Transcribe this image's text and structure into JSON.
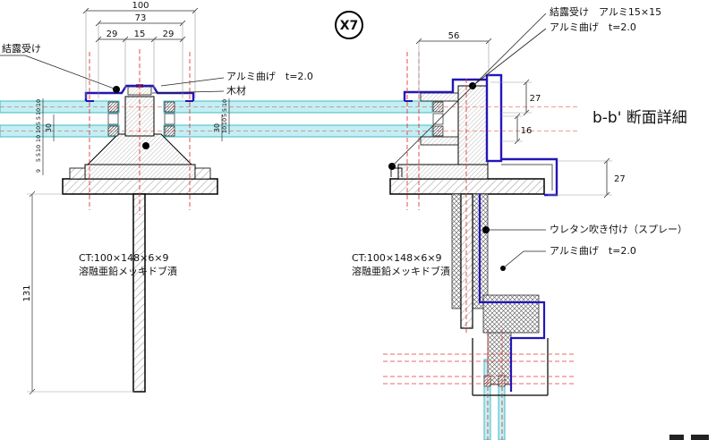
{
  "title": "b-b' 断面詳細",
  "marker": "X7",
  "colors": {
    "glass": "#c2eff3",
    "glass_edge": "#35b3c0",
    "aluminum_blue": "#2316b8",
    "centerline_red": "#e23a3a"
  },
  "labels": {
    "dew_left": "結露受け",
    "alumi_left": "アルミ曲げ　t=2.0",
    "wood": "木材",
    "dew_right": "結露受け　アルミ15×15",
    "alumi_right_top": "アルミ曲げ　t=2.0",
    "urethane": "ウレタン吹き付け（スプレー）",
    "alumi_right_bottom": "アルミ曲げ　t=2.0",
    "ct_spec": "CT:100×148×6×9",
    "ct_finish": "溶融亜鉛メッキドブ漬"
  },
  "dims": {
    "top": {
      "d100": "100",
      "d73": "73",
      "d29a": "29",
      "d15": "15",
      "d29b": "29"
    },
    "right": {
      "d56": "56",
      "d27a": "27",
      "d16": "16",
      "d27b": "27"
    },
    "stacks": {
      "lo": [
        "10",
        "10",
        "5",
        "5",
        "10",
        "10"
      ],
      "l30": "30",
      "li": [
        "10",
        "5",
        "5"
      ],
      "l9": "9",
      "l131": "131",
      "ro": [
        "10",
        "5",
        "5",
        "10",
        "10"
      ],
      "r30": "30"
    }
  }
}
